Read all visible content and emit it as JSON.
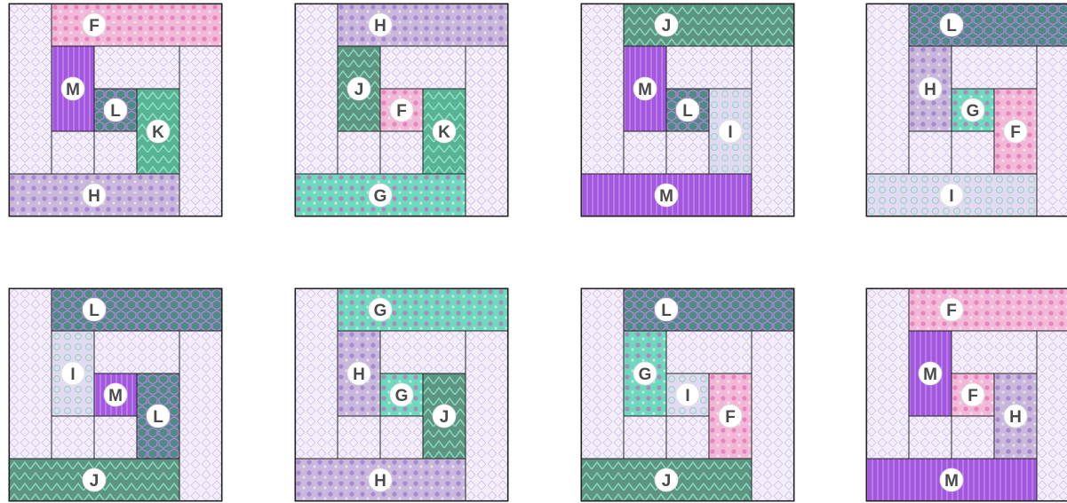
{
  "fabrics": {
    "F": {
      "color": "#f2b8d8",
      "accent": "#e05aa8"
    },
    "G": {
      "color": "#6fd9c0",
      "accent": "#d84fb0"
    },
    "H": {
      "color": "#c9b8dc",
      "accent": "#8a62c8"
    },
    "I": {
      "color": "#e4d9f2",
      "accent": "#9ad8c8"
    },
    "J": {
      "color": "#5e9482",
      "accent": "#84d8bc"
    },
    "K": {
      "color": "#57b394",
      "accent": "#8ee0c6"
    },
    "L": {
      "color": "#4e8a86",
      "accent": "#b986d8"
    },
    "M": {
      "color": "#a357de",
      "accent": "#c188ee"
    },
    "background": {
      "color": "#f3eef9",
      "accent": "#c6b6e0"
    }
  },
  "blocks": [
    {
      "top": "F",
      "left_col": "background",
      "right_col": "background",
      "mid_left": "M",
      "center": "L",
      "mid_right": "K",
      "bottom": "H"
    },
    {
      "top": "H",
      "left_col": "background",
      "right_col": "background",
      "mid_left": "J",
      "center": "F",
      "mid_right": "K",
      "bottom": "G"
    },
    {
      "top": "J",
      "left_col": "background",
      "right_col": "background",
      "mid_left": "M",
      "center": "L",
      "mid_right": "I",
      "bottom": "M"
    },
    {
      "top": "L",
      "left_col": "background",
      "right_col": "background",
      "mid_left": "H",
      "center": "G",
      "mid_right": "F",
      "bottom": "I"
    },
    {
      "top": "L",
      "left_col": "background",
      "right_col": "background",
      "mid_left": "I",
      "center": "M",
      "mid_right": "L",
      "bottom": "J"
    },
    {
      "top": "G",
      "left_col": "background",
      "right_col": "background",
      "mid_left": "H",
      "center": "G",
      "mid_right": "J",
      "bottom": "H"
    },
    {
      "top": "L",
      "left_col": "background",
      "right_col": "background",
      "mid_left": "G",
      "center": "I",
      "mid_right": "F",
      "bottom": "J"
    },
    {
      "top": "F",
      "left_col": "background",
      "right_col": "background",
      "mid_left": "M",
      "center": "F",
      "mid_right": "H",
      "bottom": "M"
    }
  ]
}
